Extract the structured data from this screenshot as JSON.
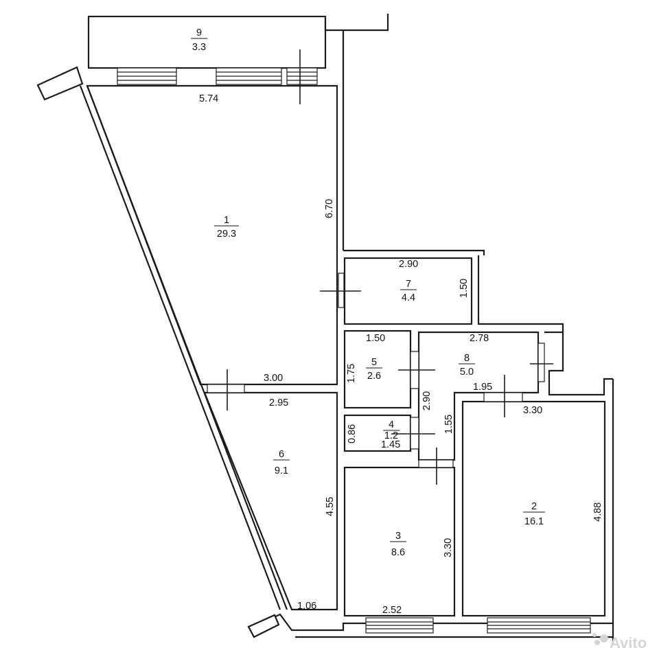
{
  "rooms": {
    "r1": {
      "number": "1",
      "area": "29.3"
    },
    "r2": {
      "number": "2",
      "area": "16.1"
    },
    "r3": {
      "number": "3",
      "area": "8.6"
    },
    "r4": {
      "number": "4",
      "area": "1.2"
    },
    "r5": {
      "number": "5",
      "area": "2.6"
    },
    "r6": {
      "number": "6",
      "area": "9.1"
    },
    "r7": {
      "number": "7",
      "area": "4.4"
    },
    "r8": {
      "number": "8",
      "area": "5.0"
    },
    "r9": {
      "number": "9",
      "area": "3.3"
    }
  },
  "dimensions": {
    "d574": "5.74",
    "d670": "6.70",
    "d300": "3.00",
    "d295": "2.95",
    "d455": "4.55",
    "d106": "1.06",
    "d290a": "2.90",
    "d150a": "1.50",
    "d150b": "1.50",
    "d175": "1.75",
    "d278": "2.78",
    "d290b": "2.90",
    "d195": "1.95",
    "d330a": "3.30",
    "d086": "0.86",
    "d145": "1.45",
    "d155": "1.55",
    "d330b": "3.30",
    "d252": "2.52",
    "d488": "4.88"
  },
  "watermark": "Avito"
}
